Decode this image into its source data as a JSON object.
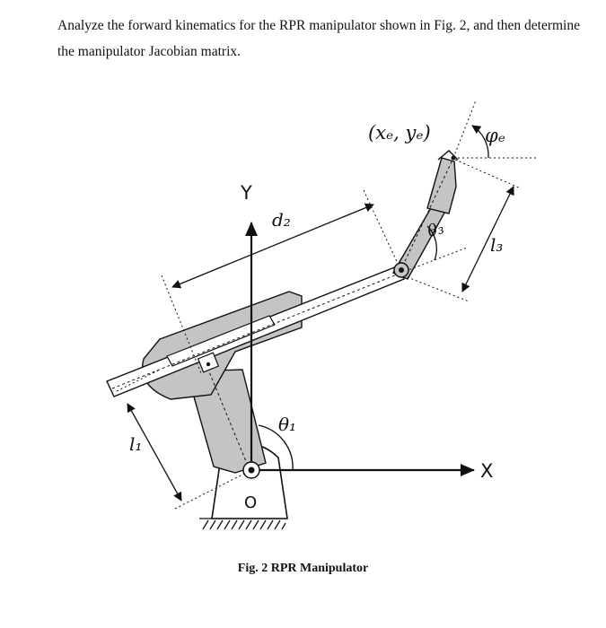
{
  "question": {
    "text": "Analyze the forward kinematics for the RPR manipulator shown in Fig. 2, and then determine the manipulator Jacobian matrix."
  },
  "figure": {
    "caption": "Fig. 2 RPR Manipulator",
    "labels": {
      "y_axis": "Y",
      "x_axis": "X",
      "origin": "O",
      "d2": "d₂",
      "theta1": "θ₁",
      "theta3": "θ₃",
      "l1": "l₁",
      "l3": "l₃",
      "end_effector": "(xₑ, yₑ)",
      "phi_e": "φₑ"
    },
    "colors": {
      "link_fill": "#c4c4c4",
      "ink": "#111111"
    }
  }
}
